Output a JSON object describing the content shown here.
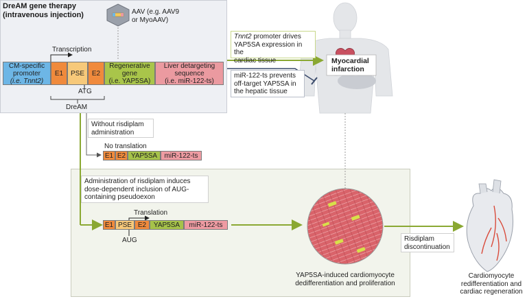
{
  "title": {
    "line1": "DreAM gene therapy",
    "line2": "(intravenous injection)"
  },
  "aav": {
    "line1": "AAV (e.g. AAV9",
    "line2": "or MyoAAV)"
  },
  "transcription_label": "Transcription",
  "construct": {
    "cm_promoter_line1": "CM-specific",
    "cm_promoter_line2": "promoter",
    "cm_promoter_line3": "(i.e. Tnnt2)",
    "e1": "E1",
    "pse": "PSE",
    "e2": "E2",
    "regen_line1": "Regenerative",
    "regen_line2": "gene",
    "regen_line3": "(i.e. YAP5SA)",
    "liver_line1": "Liver detargeting",
    "liver_line2": "sequence",
    "liver_line3": "(i.e. miR-122-ts)",
    "atg": "ATG",
    "dream": "DreAM"
  },
  "callout_tnnt2": {
    "italic": "Tnnt2",
    "line1_rest": " promoter drives",
    "line2": "YAP5SA expression in the",
    "line3": "cardiac tissue"
  },
  "callout_mir": {
    "line1": "miR-122-ts prevents",
    "line2": "off-target YAP5SA in",
    "line3": "the hepatic tissue"
  },
  "mi_label": {
    "line1": "Myocardial",
    "line2": "infarction"
  },
  "without_risdiplam": {
    "line1": "Without risdiplam",
    "line2": "administration"
  },
  "no_translation": "No translation",
  "construct_untranslated": {
    "e1": "E1",
    "e2": "E2",
    "yap": "YAP5SA",
    "mir": "miR-122-ts"
  },
  "risdiplam_admin": {
    "line1": "Administration of risdiplam induces",
    "line2": "dose-dependent inclusion of AUG-",
    "line3": "containing pseudoexon"
  },
  "translation_label": "Translation",
  "construct_translated": {
    "e1": "E1",
    "pse": "PSE",
    "e2": "E2",
    "yap": "YAP5SA",
    "mir": "miR-122-ts",
    "aug": "AUG"
  },
  "cardiomyocyte_caption": {
    "line1": "YAP5SA-induced cardiomyocyte",
    "line2": "dedifferentiation and proliferation"
  },
  "risdiplam_disc": {
    "line1": "Risdiplam",
    "line2": "discontinuation"
  },
  "regeneration_caption": {
    "line1": "Cardiomyocyte",
    "line2": "redifferentiation and",
    "line3": "cardiac regeneration"
  },
  "colors": {
    "arrow_green": "#8aa832",
    "arrow_navy": "#3a4a6b",
    "promoter_blue": "#6db6e6",
    "exon_orange": "#f08a3c",
    "pse_yellow": "#f7c97a",
    "gene_green": "#a9c54a",
    "mir_pink": "#eb9aa0"
  }
}
